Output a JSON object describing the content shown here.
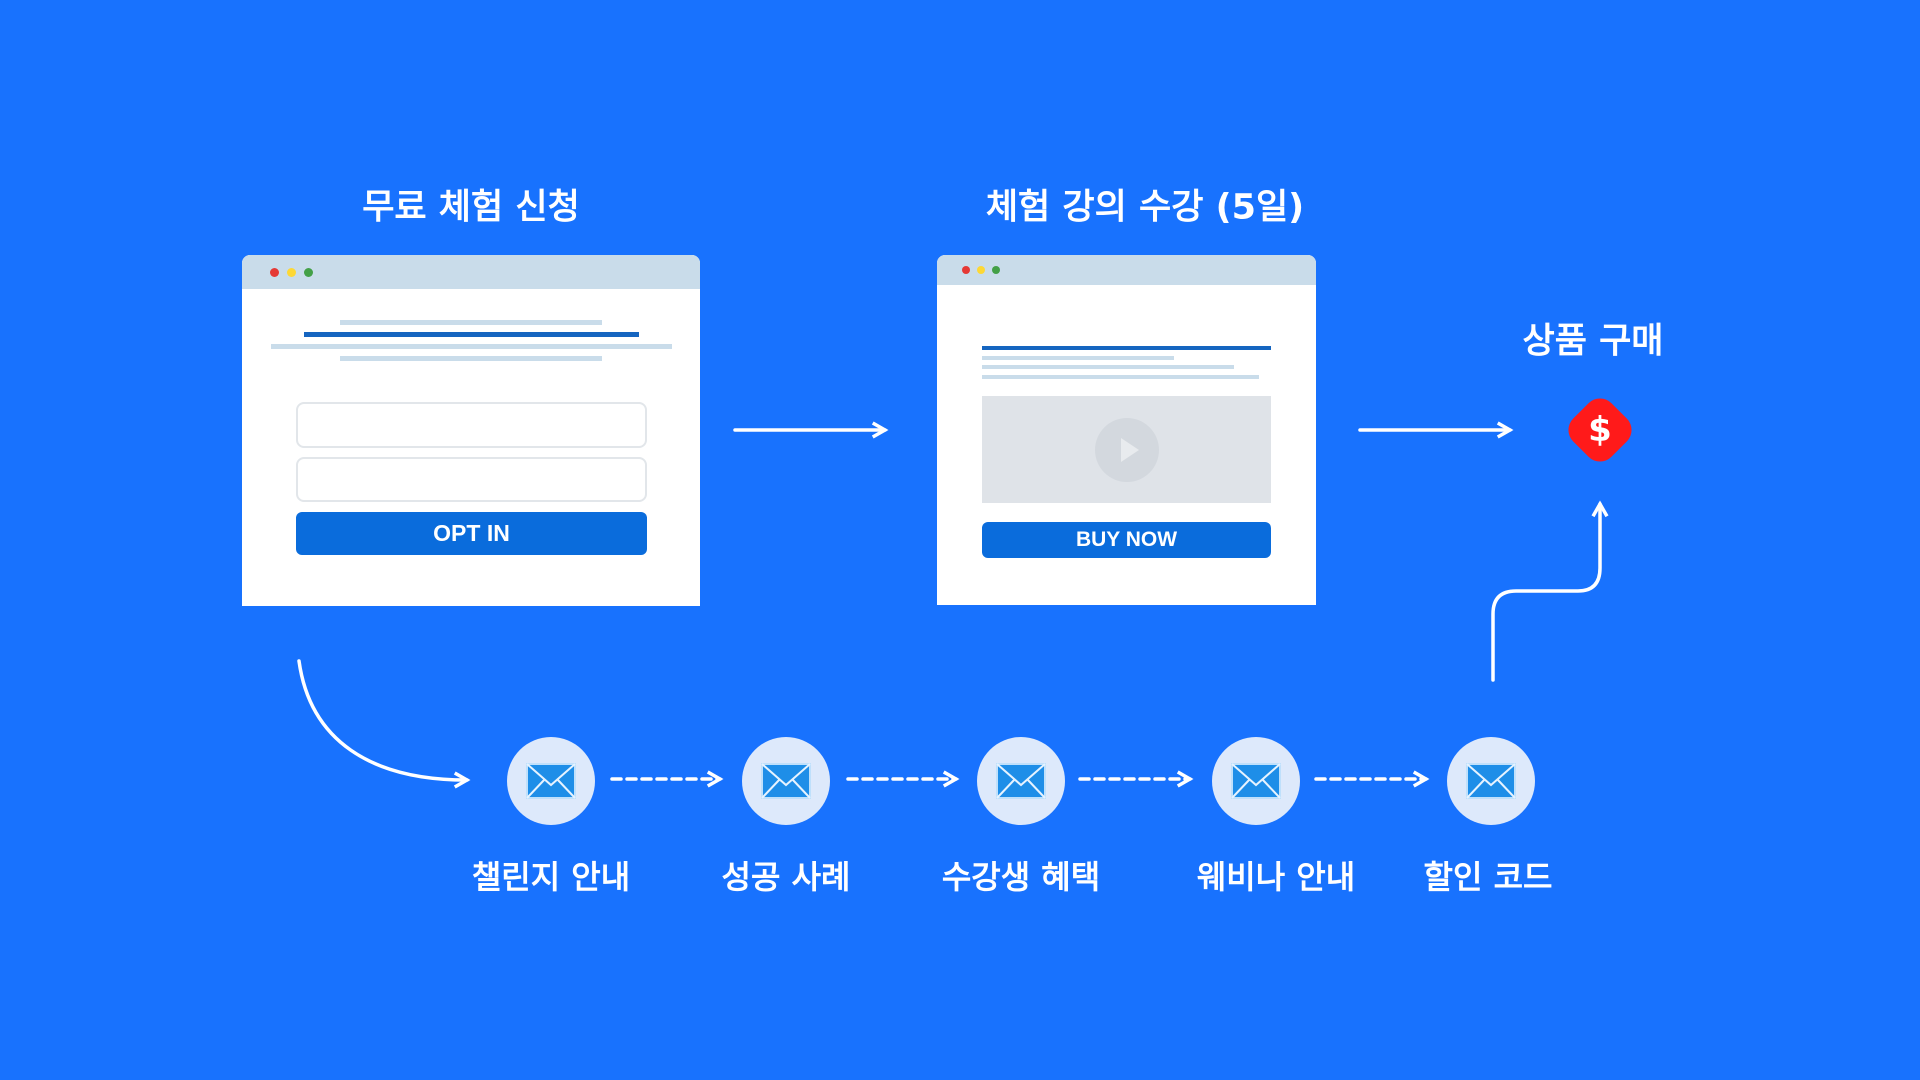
{
  "steps": {
    "optin_title": "무료 체험 신청",
    "course_title": "체험 강의 수강 (5일)",
    "purchase_title": "상품 구매"
  },
  "optin_page": {
    "button_label": "OPT IN"
  },
  "course_page": {
    "button_label": "BUY NOW"
  },
  "purchase_icon": {
    "symbol": "$",
    "color": "#ff1a1a"
  },
  "emails": [
    {
      "label": "챌린지 안내"
    },
    {
      "label": "성공 사례"
    },
    {
      "label": "수강생 혜택"
    },
    {
      "label": "웨비나 안내"
    },
    {
      "label": "할인 코드"
    }
  ],
  "colors": {
    "background": "#1872fe",
    "button": "#0a6cdc"
  }
}
